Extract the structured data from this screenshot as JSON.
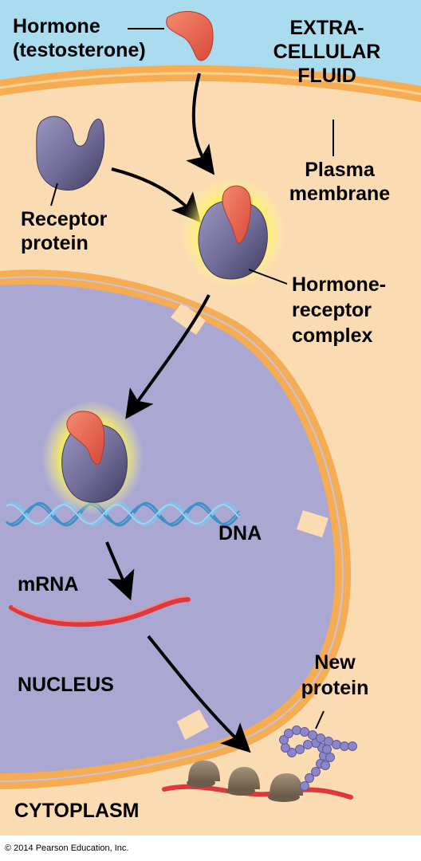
{
  "labels": {
    "hormone_line1": "Hormone",
    "hormone_line2": "(testosterone)",
    "extracellular_line1": "EXTRA-",
    "extracellular_line2": "CELLULAR",
    "extracellular_line3": "FLUID",
    "plasma_line1": "Plasma",
    "plasma_line2": "membrane",
    "receptor_line1": "Receptor",
    "receptor_line2": "protein",
    "complex_line1": "Hormone-",
    "complex_line2": "receptor",
    "complex_line3": "complex",
    "dna": "DNA",
    "mrna": "mRNA",
    "nucleus": "NUCLEUS",
    "new_protein_line1": "New",
    "new_protein_line2": "protein",
    "cytoplasm": "CYTOPLASM"
  },
  "copyright": "© 2014 Pearson Education, Inc.",
  "colors": {
    "extracellular": "#a8dcee",
    "cytoplasm": "#fbdcb2",
    "membrane": "#f5ac52",
    "nucleus": "#aaa7d3",
    "hormone": "#e8674f",
    "receptor": "#6f6a96",
    "glow": "#fff200",
    "dna": "#5aa9dc",
    "mrna": "#e0383a",
    "ribosome": "#8a7a66",
    "protein_bead": "#8b86cc",
    "arrow": "#000000"
  }
}
